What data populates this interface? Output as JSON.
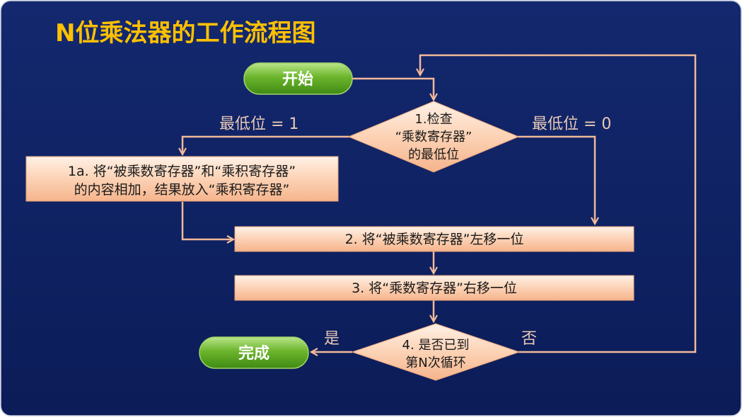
{
  "title": "N位乘法器的工作流程图",
  "nodes": {
    "start": "开始",
    "check": [
      "1.检查",
      "“乘数寄存器”",
      "的最低位"
    ],
    "add": [
      "1a. 将“被乘数寄存器”和“乘积寄存器”",
      "的内容相加，结果放入“乘积寄存器”"
    ],
    "shift_left": "2. 将“被乘数寄存器”左移一位",
    "shift_right": "3. 将“乘数寄存器”右移一位",
    "loop_check": [
      "4. 是否已到",
      "第N次循环"
    ],
    "end": "完成"
  },
  "branches": {
    "lsb_one": "最低位 = 1",
    "lsb_zero": "最低位 = 0",
    "yes": "是",
    "no": "否"
  },
  "colors": {
    "background": "#0e2163",
    "title": "#ffc000",
    "terminal_green": "#5fa624",
    "process_box": "#fbc9a8",
    "connector": "#f2b99a",
    "branch_label": "#e9c9b6"
  }
}
